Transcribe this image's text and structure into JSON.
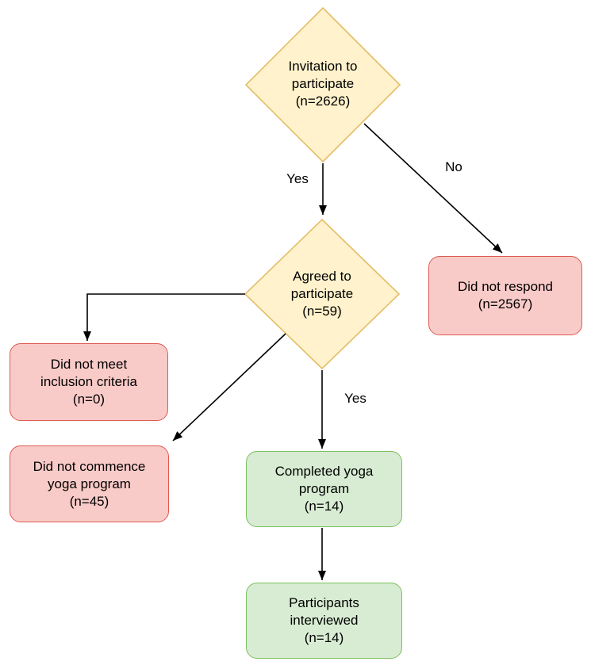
{
  "palette": {
    "background": "#ffffff",
    "diamond_fill": "#fff2cc",
    "diamond_stroke": "#e3be69",
    "decline_fill": "#f9cbc8",
    "decline_stroke": "#de5b52",
    "complete_fill": "#d8ecd3",
    "complete_stroke": "#7cbe60",
    "connector_color": "#000000"
  },
  "nodes": {
    "invitation": {
      "line1": "Invitation to",
      "line2": "participate",
      "count": "(n=2626)"
    },
    "agreed": {
      "line1": "Agreed to",
      "line2": "participate",
      "count": "(n=59)"
    },
    "did_not_respond": {
      "line1": "Did not respond",
      "count": "(n=2567)"
    },
    "did_not_meet": {
      "line1": "Did not meet",
      "line2": "inclusion criteria",
      "count": "(n=0)"
    },
    "did_not_commence": {
      "line1": "Did not commence",
      "line2": "yoga program",
      "count": "(n=45)"
    },
    "completed": {
      "line1": "Completed yoga",
      "line2": "program",
      "count": "(n=14)"
    },
    "interviewed": {
      "line1": "Participants",
      "line2": "interviewed",
      "count": "(n=14)"
    }
  },
  "edge_labels": {
    "invitation_yes": "Yes",
    "invitation_no": "No",
    "agreed_yes": "Yes"
  }
}
